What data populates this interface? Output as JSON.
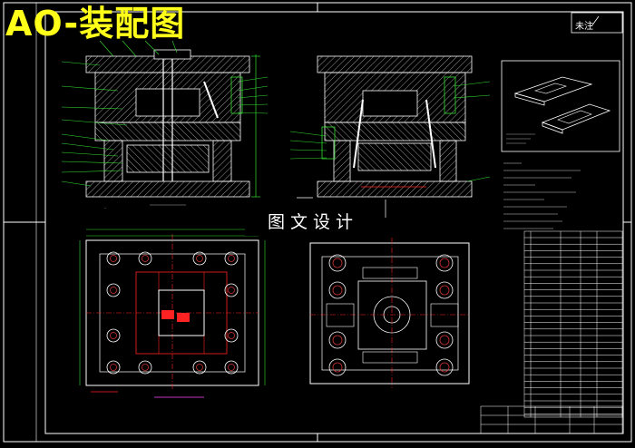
{
  "title": "AO-装配图",
  "watermark": "图文设计",
  "corner_label": "未注",
  "colors": {
    "background": "#000000",
    "title": "#ffff1a",
    "line": "#ffffff",
    "hatch": "#c0c0c0",
    "dimension": "#00ff00",
    "cut_line": "#ff2222",
    "leader": "#33dd33",
    "hole": "#cc3333",
    "label": "#ff44ff"
  }
}
